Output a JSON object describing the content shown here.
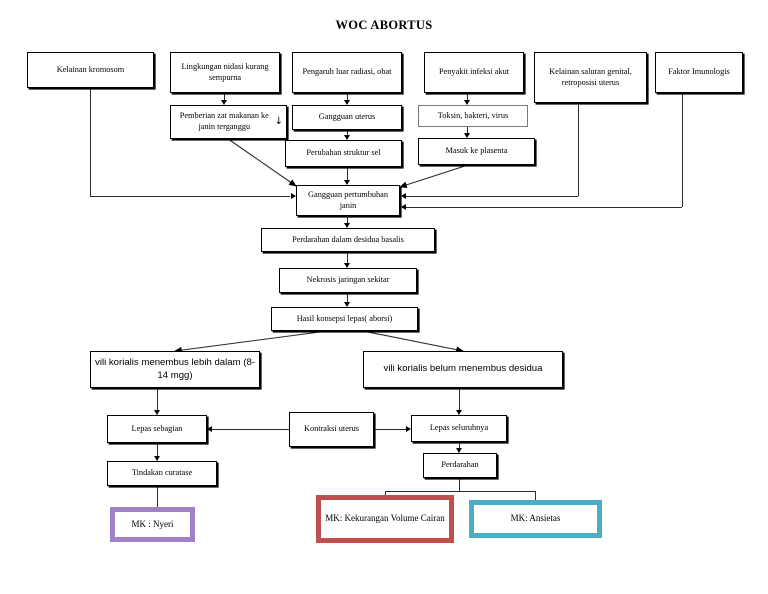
{
  "title": "WOC ABORTUS",
  "diagram": {
    "type": "flowchart",
    "orientation": "top-down",
    "nodes": [
      {
        "id": "kromosom",
        "label": "Kelainan kromosom"
      },
      {
        "id": "nidasi",
        "label": "Lingkungan nidasi kurang sempurna"
      },
      {
        "id": "radiasi",
        "label": "Pengaruh luar radiasi, obat"
      },
      {
        "id": "infeksi",
        "label": "Penyakit infeksi akut"
      },
      {
        "id": "genital",
        "label": "Kelainan saluran genital, retroposisi uterus"
      },
      {
        "id": "imunologis",
        "label": "Faktor Imunologis"
      },
      {
        "id": "zatmakanan",
        "label": "Pemberian zat makanan ke janin terganggu"
      },
      {
        "id": "ganguterus",
        "label": "Gangguan uterus"
      },
      {
        "id": "toksin",
        "label": "Toksin, bakteri, virus"
      },
      {
        "id": "strukturselsel",
        "label": "Perubahan struktur sel"
      },
      {
        "id": "plasenta",
        "label": "Masuk ke plasenta"
      },
      {
        "id": "pertumbuhan",
        "label": "Gangguan pertumbuhan janin"
      },
      {
        "id": "desidua",
        "label": "Perdarahan dalam desidua basalis"
      },
      {
        "id": "nekrosis",
        "label": "Nekrosis jaringan sekitar"
      },
      {
        "id": "konsepsi",
        "label": "Hasil konsepsi lepas( aborsi)"
      },
      {
        "id": "vilidalam",
        "label": "vili  korialis menembus lebih dalam (8-14 mgg)"
      },
      {
        "id": "vilibelum",
        "label": "vili  korialis belum menembus desidua"
      },
      {
        "id": "lepassebagian",
        "label": "Lepas sebagian"
      },
      {
        "id": "kontraksi",
        "label": "Kontraksi uterus"
      },
      {
        "id": "lepasseluruh",
        "label": "Lepas seluruhnya"
      },
      {
        "id": "curatase",
        "label": "Tindakan curatase"
      },
      {
        "id": "perdarahan",
        "label": "Perdarahan"
      },
      {
        "id": "mknyeri",
        "label": "MK : Nyeri"
      },
      {
        "id": "mkcairan",
        "label": "MK: Kekurangan Volume Cairan"
      },
      {
        "id": "mkansietas",
        "label": "MK: Ansietas"
      }
    ],
    "arrow_glyph": "↓"
  },
  "colors": {
    "purple": "#9f82c8",
    "red": "#c0504d",
    "blue": "#4bacc6",
    "line": "#2b2b2b",
    "box_border": "#000000"
  }
}
